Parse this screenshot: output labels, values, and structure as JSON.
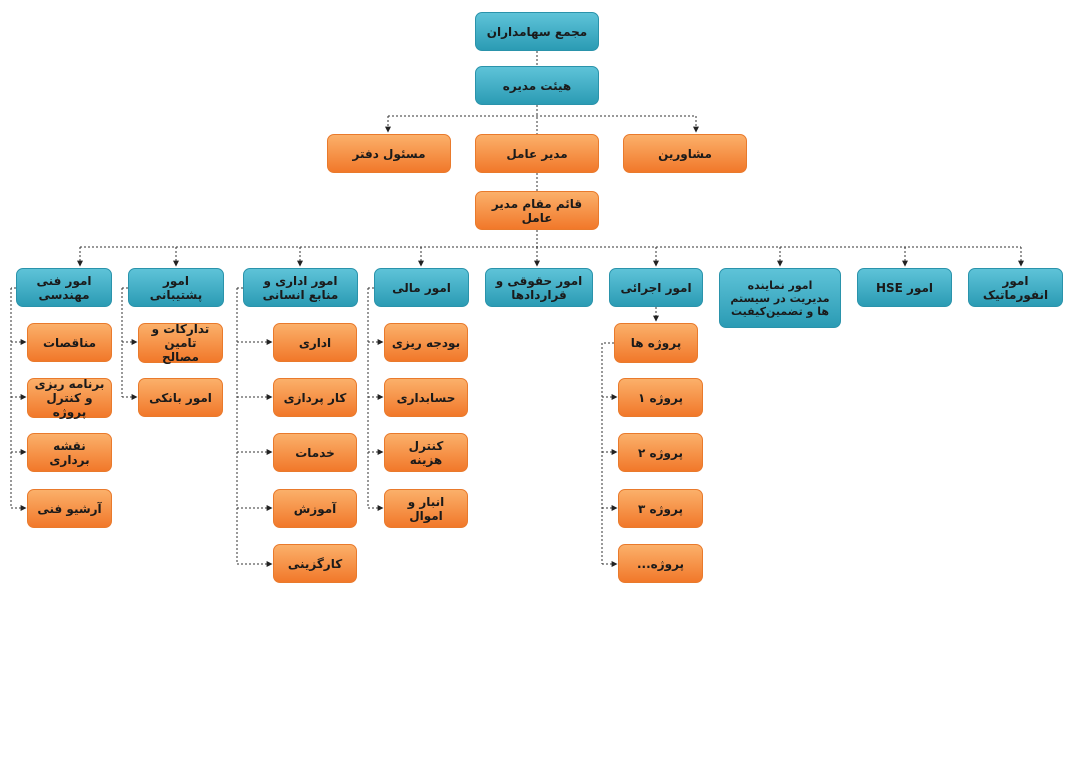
{
  "top": {
    "shareholders": "مجمع سهامداران",
    "board": "هیئت مدیره"
  },
  "level2": {
    "office_manager": "مسئول دفتر",
    "ceo": "مدیر عامل",
    "advisors": "مشاورین"
  },
  "deputy_ceo": "قائم مقام مدیر عامل",
  "departments": {
    "engineering": {
      "title": "امور فنی مهندسی",
      "items": [
        "مناقصات",
        "برنامه ریزی و کنترل پروژه",
        "نقشه برداری",
        "آرشیو فنی"
      ]
    },
    "support": {
      "title": "امور پشتیبانی",
      "items": [
        "تدارکات و تامین مصالح",
        "امور بانکی"
      ]
    },
    "admin_hr": {
      "title": "امور اداری و منابع انسانی",
      "items": [
        "اداری",
        "کار پردازی",
        "خدمات",
        "آموزش",
        "کارگزینی"
      ]
    },
    "finance": {
      "title": "امور مالی",
      "items": [
        "بودجه ریزی",
        "حسابداری",
        "کنترل هزینه",
        "انبار و اموال"
      ]
    },
    "legal": {
      "title": "امور حقوقی و قراردادها"
    },
    "execution": {
      "title": "امور اجرائی",
      "projects": "پروژه ها",
      "items": [
        "پروژه ۱",
        "پروژه ۲",
        "پروژه ۳",
        "پروژه..."
      ]
    },
    "quality": {
      "title": "امور نماینده مدیریت در سیستم ها و تضمین‌کیفیت"
    },
    "hse": {
      "title": "امور HSE"
    },
    "it": {
      "title": "امور انفورماتیک"
    }
  }
}
